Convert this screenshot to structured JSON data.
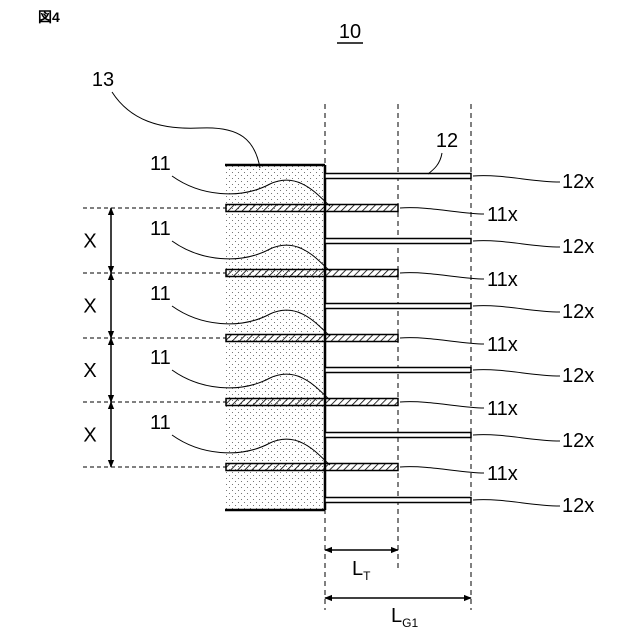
{
  "figure_label": "図4",
  "assembly_label": "10",
  "labels": {
    "body": "13",
    "separator": "12",
    "separator_edge": "12x",
    "electrode": "11",
    "electrode_edge": "11x",
    "pitch": "X",
    "dim_t_main": "L",
    "dim_t_sub": "T",
    "dim_g_main": "L",
    "dim_g_sub": "G1"
  },
  "counts": {
    "separators": 6,
    "electrodes": 5,
    "pitch_marks": 4
  }
}
